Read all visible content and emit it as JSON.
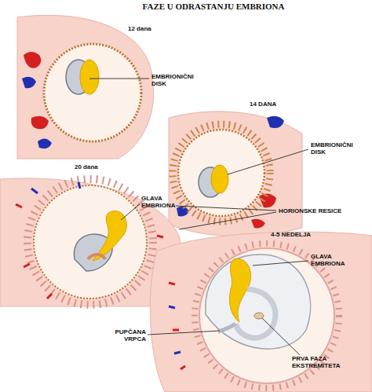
{
  "diagram": {
    "title": "FAZE U ODRASTANJU EMBRIONA",
    "labels": [
      "12 dana",
      "EMBRIONIČNI DISK",
      "14 DANA",
      "EMBRIONIČNI DISK",
      "20 dana",
      "GLAVA EMBRIONA",
      "HORIONSKE RESICE",
      "GLAVA EMBRIONA",
      "4-5 NEDELJA",
      "PUPČANA VRPCA",
      "PRVA FAZA EKSTREMITETA"
    ]
  }
}
